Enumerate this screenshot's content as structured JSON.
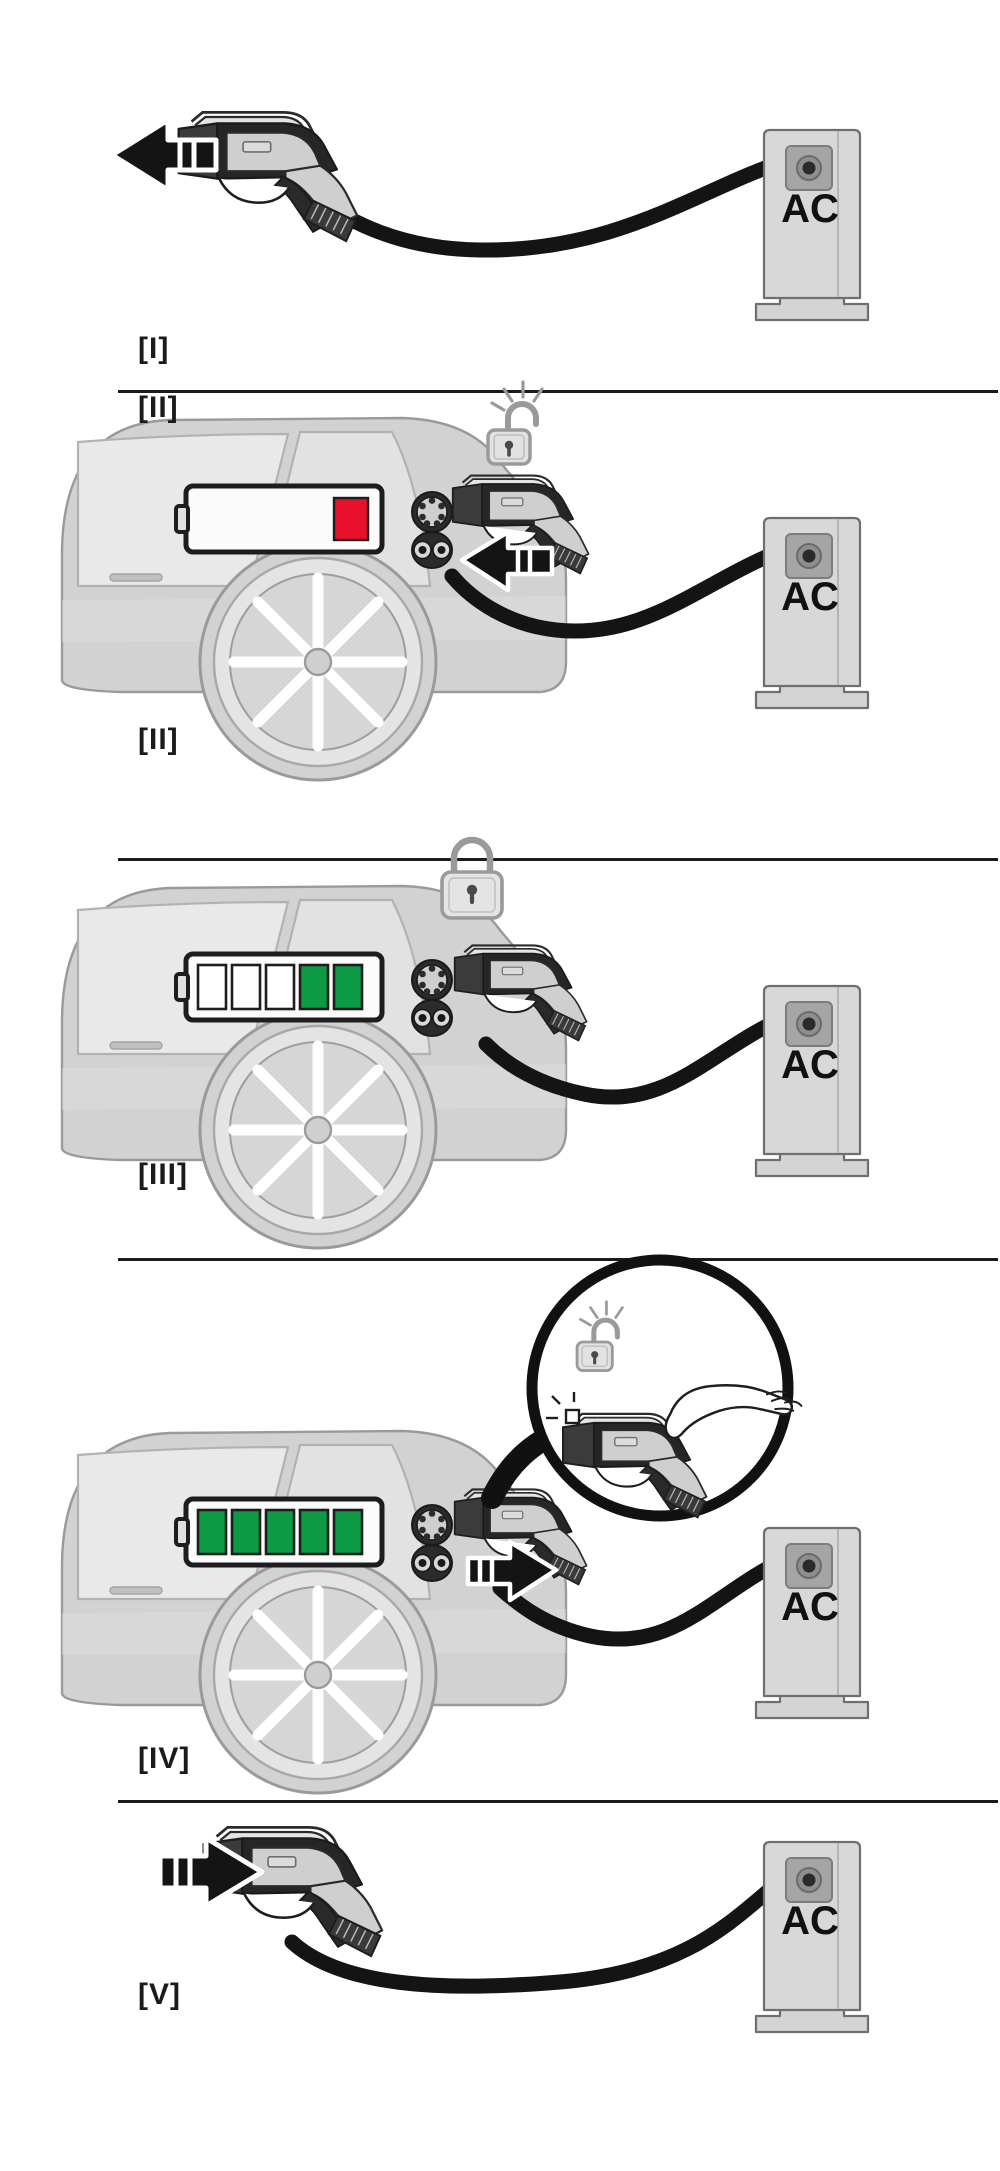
{
  "document": {
    "title": "AC charging procedure",
    "type": "instructional-illustration",
    "panel_count": 5
  },
  "colors": {
    "battery_low": "#e8102a",
    "battery_charged": "#0e9a45",
    "outline": "#1a1a1a",
    "car_body": "#d2d2d2",
    "car_window": "#e8e8e8",
    "station_body": "#d4d4d4",
    "station_socket": "#9a9a9a",
    "cable": "#141414",
    "connector_dark": "#3a3a3a",
    "connector_light": "#cfcfcf",
    "lock_gray": "#b5b5b5",
    "arrow_fill": "#141414",
    "arrow_stroke": "#ffffff"
  },
  "station": {
    "label": "AC",
    "name": "ac-charging-station"
  },
  "panels": [
    {
      "id": "panel-1",
      "step_label": "[I]",
      "action": "take-connector",
      "arrow_direction": "left",
      "has_vehicle": false,
      "has_station": true,
      "station_label": "AC",
      "lock_state": "none",
      "battery": null,
      "callout": false
    },
    {
      "id": "panel-2",
      "step_label": "[II]",
      "action": "insert-connector",
      "arrow_direction": "left",
      "has_vehicle": true,
      "has_station": true,
      "station_label": "AC",
      "lock_state": "unlocked-blinking",
      "battery": {
        "cells": 5,
        "filled": 1,
        "fill_color": "#e8102a",
        "state": "low"
      },
      "callout": false
    },
    {
      "id": "panel-3",
      "step_label": "[III]",
      "action": "charging",
      "arrow_direction": "none",
      "has_vehicle": true,
      "has_station": true,
      "station_label": "AC",
      "lock_state": "locked",
      "battery": {
        "cells": 5,
        "filled": 2,
        "fill_color": "#0e9a45",
        "state": "charging"
      },
      "callout": false
    },
    {
      "id": "panel-4",
      "step_label": "[IV]",
      "action": "release-and-remove",
      "arrow_direction": "right",
      "has_vehicle": true,
      "has_station": true,
      "station_label": "AC",
      "lock_state": "unlocked-blinking",
      "battery": {
        "cells": 5,
        "filled": 5,
        "fill_color": "#0e9a45",
        "state": "full"
      },
      "callout": true,
      "callout_content": "finger-presses-release-latch"
    },
    {
      "id": "panel-5",
      "step_label": "[V]",
      "action": "stow-connector",
      "arrow_direction": "right",
      "has_vehicle": false,
      "has_station": true,
      "station_label": "AC",
      "lock_state": "none",
      "battery": null,
      "callout": false
    }
  ],
  "icons": {
    "inlet": "ccs-combo-inlet",
    "lock_open": "padlock-open-icon",
    "lock_closed": "padlock-closed-icon",
    "hand": "hand-pointing-icon",
    "arrow_left": "arrow-left-icon",
    "arrow_right": "arrow-right-icon"
  }
}
